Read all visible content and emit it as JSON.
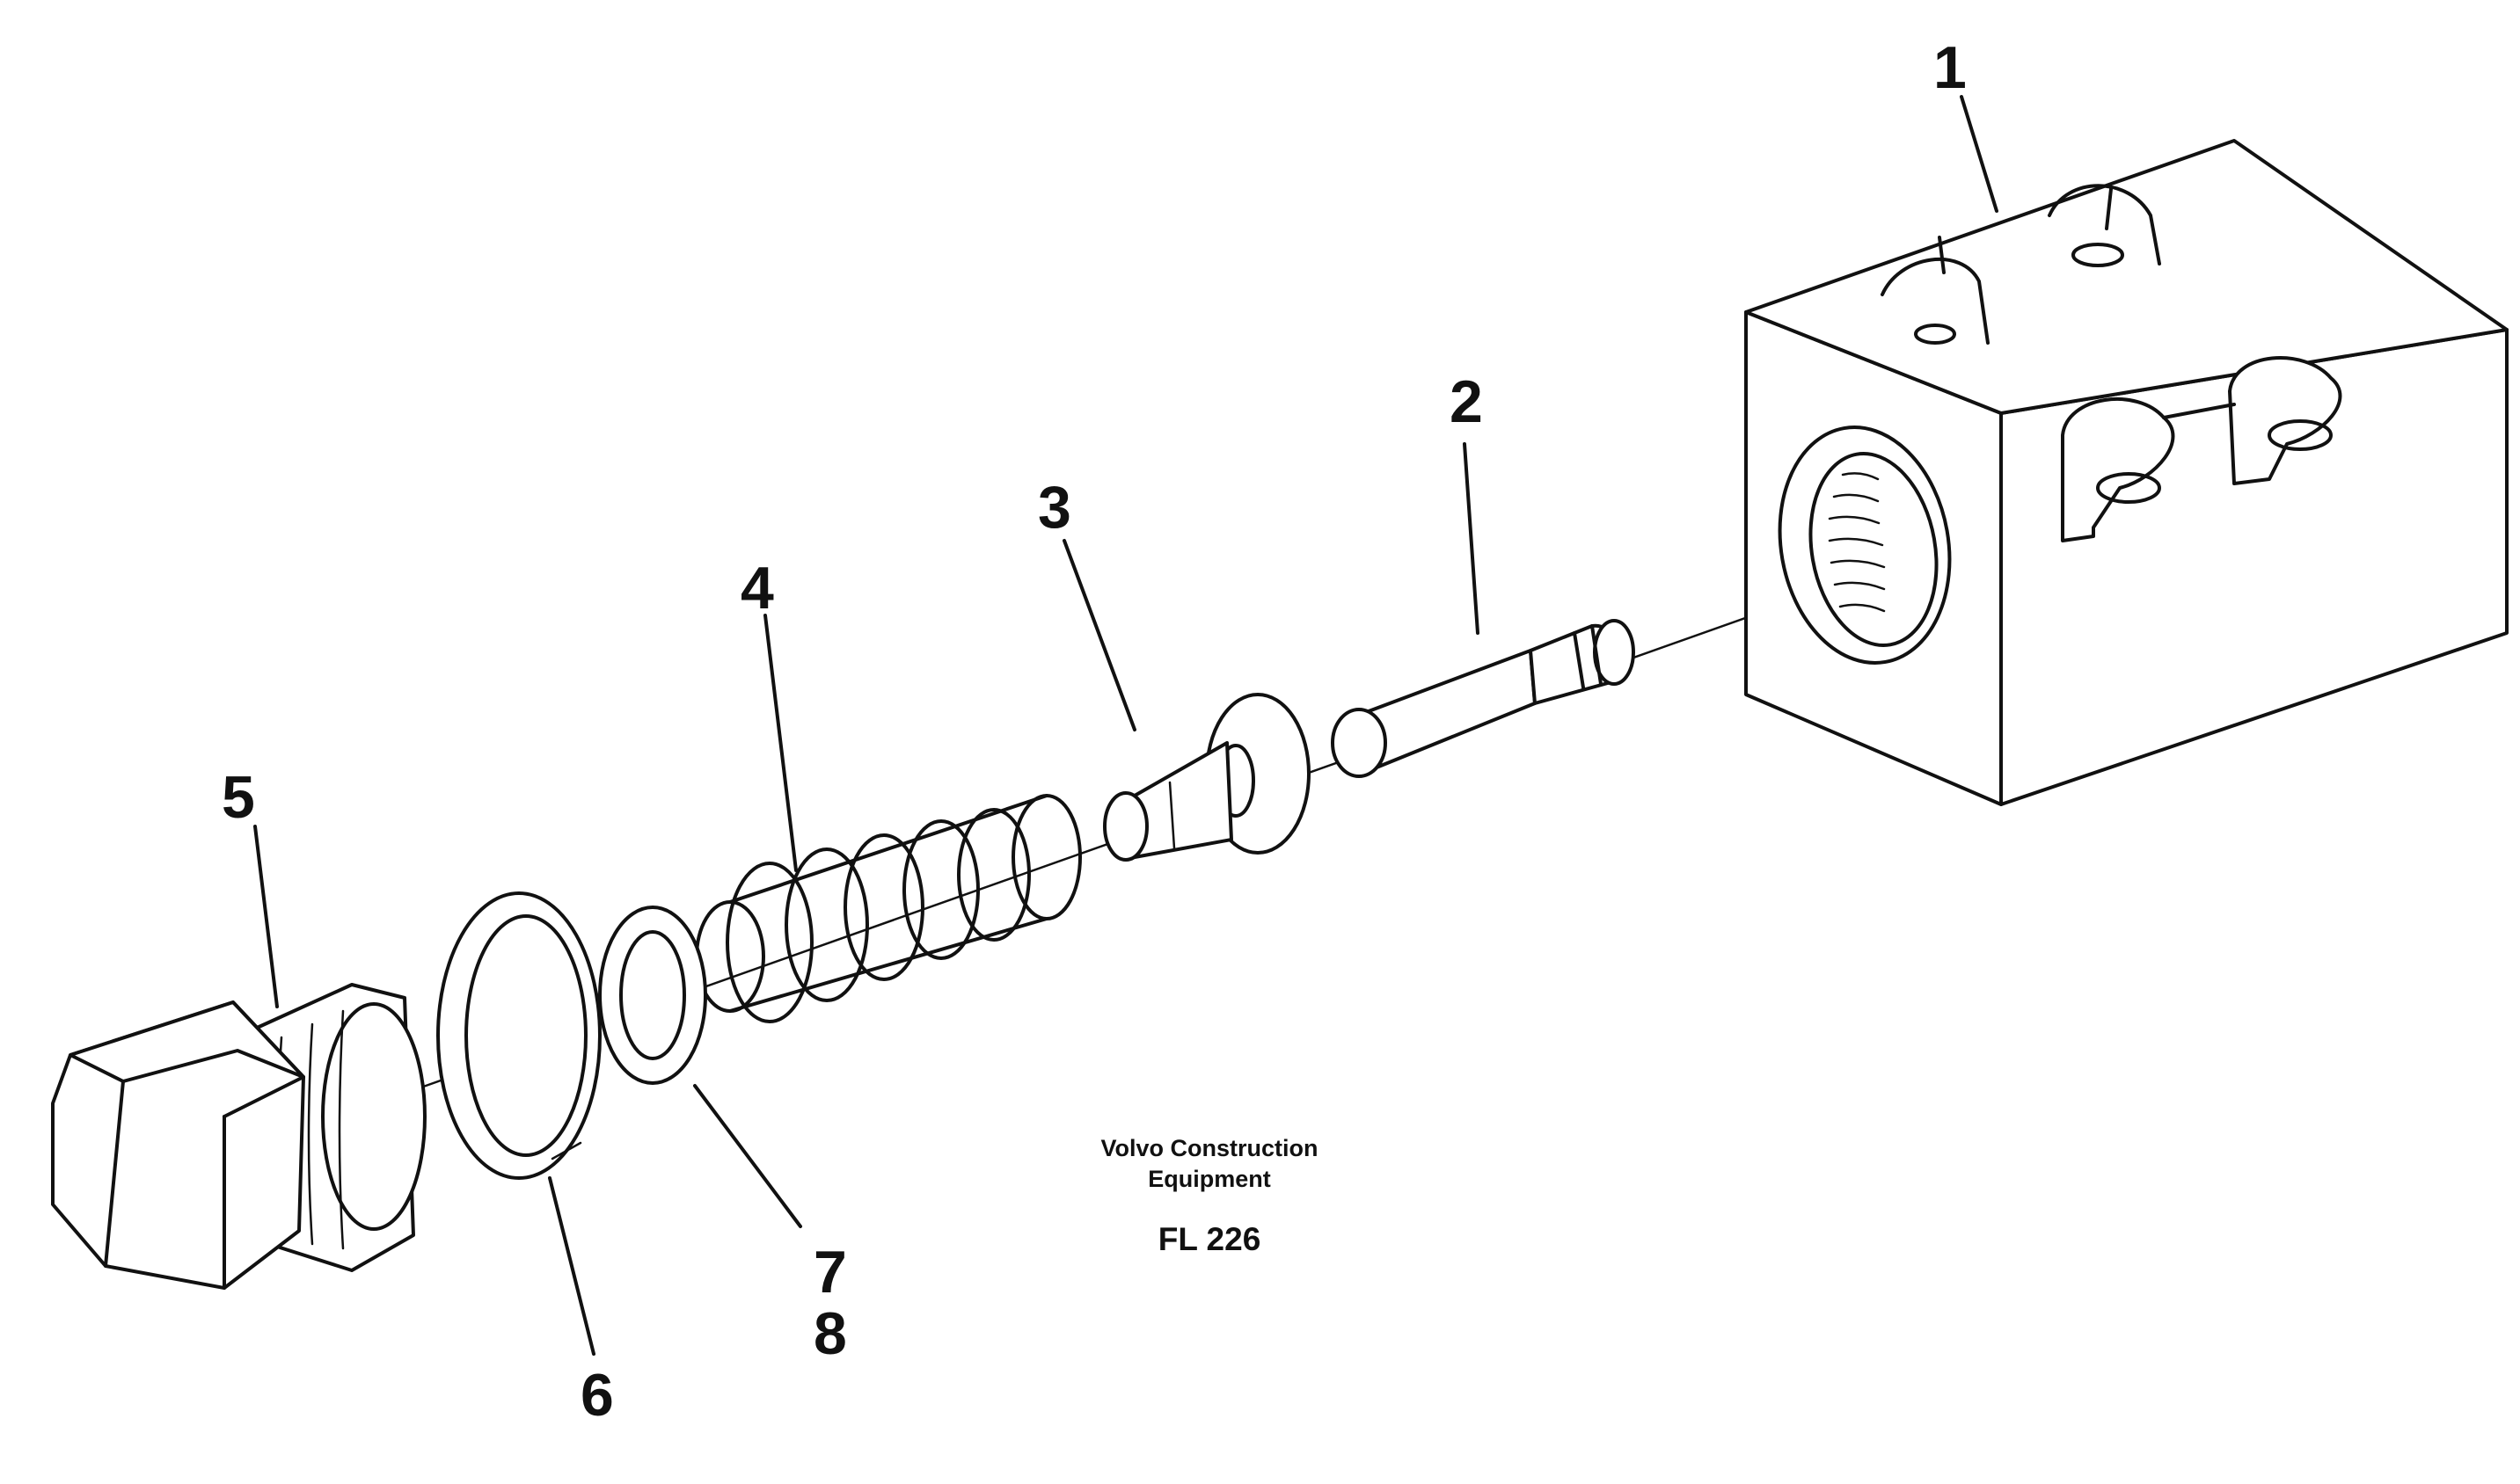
{
  "diagram": {
    "callouts": [
      {
        "id": "1",
        "label": "1"
      },
      {
        "id": "2",
        "label": "2"
      },
      {
        "id": "3",
        "label": "3"
      },
      {
        "id": "4",
        "label": "4"
      },
      {
        "id": "5",
        "label": "5"
      },
      {
        "id": "6",
        "label": "6"
      },
      {
        "id": "7",
        "label": "7"
      },
      {
        "id": "8",
        "label": "8"
      }
    ],
    "credit_line1": "Volvo Construction",
    "credit_line2": "Equipment",
    "figure_code": "FL 226"
  }
}
